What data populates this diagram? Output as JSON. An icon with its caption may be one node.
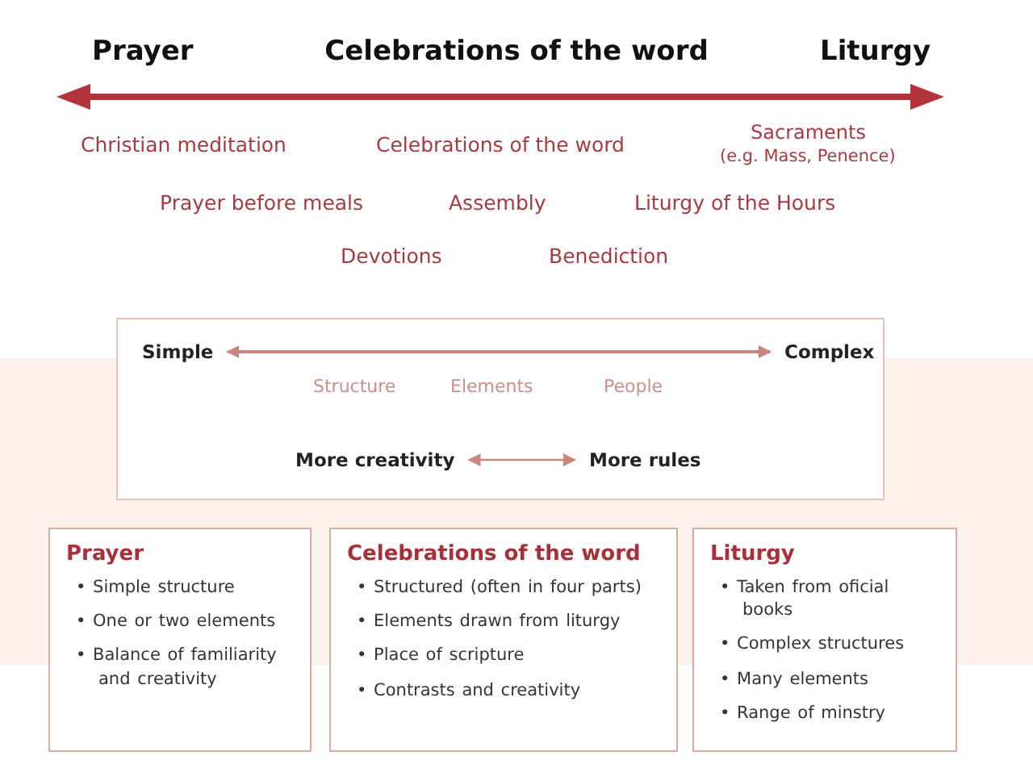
{
  "diagram": {
    "nodes": [
      {
        "text": [],
        "shape": "box"
      },
      {
        "text": [
          "Simple"
        ],
        "in": 0
      },
      {
        "text": [
          "Complex"
        ],
        "in": 0
      },
      {
        "text": [
          "More creativity"
        ],
        "in": 0
      },
      {
        "text": [
          "More rules"
        ],
        "in": 0
      },
      {
        "text": [
          "Prayer",
          "• Simple structure",
          "• One or two elements",
          "• Balance of familiarity and creativity"
        ]
      },
      {
        "text": [
          "Celebrations of the word",
          "• Structured (often in four parts)",
          "• Elements drawn from liturgy",
          "• Place of scripture",
          "• Contrasts and creativity"
        ]
      },
      {
        "text": [
          "Liturgy",
          "• Taken from oficial books",
          "• Complex structures",
          "• Many elements",
          "• Range of minstry"
        ]
      }
    ],
    "edges": [
      {
        "from": 1,
        "to": 2,
        "arrow": "both"
      },
      {
        "from": 3,
        "to": 4,
        "arrow": "both"
      }
    ],
    "labels": [
      "Prayer",
      "Celebrations of the word",
      "Liturgy",
      "Christian meditation",
      "Celebrations of the word",
      "Sacraments",
      "(e.g. Mass, Penence)",
      "Prayer before meals",
      "Assembly",
      "Liturgy of the Hours",
      "Devotions",
      "Benediction",
      "Structure",
      "Elements",
      "People"
    ]
  }
}
